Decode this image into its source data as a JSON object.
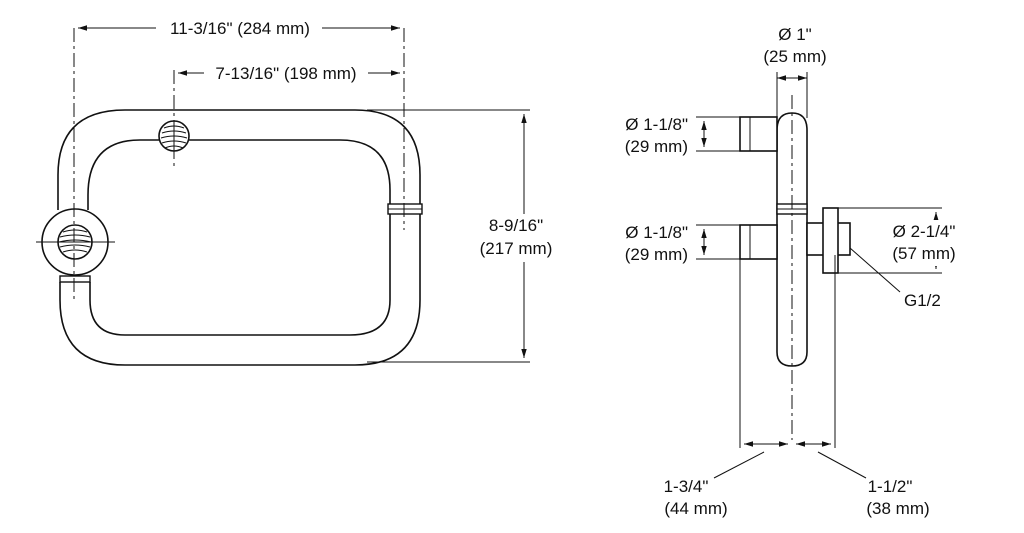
{
  "dimensions": {
    "overall_width": "11-3/16\" (284 mm)",
    "mount_spacing": "7-13/16\" (198 mm)",
    "height_in": "8-9/16\"",
    "height_mm": "(217 mm)",
    "tube_dia_in": "Ø 1\"",
    "tube_dia_mm": "(25 mm)",
    "post_top_dia_in": "Ø 1-1/8\"",
    "post_top_dia_mm": "(29 mm)",
    "post_bottom_dia_in": "Ø 1-1/8\"",
    "post_bottom_dia_mm": "(29 mm)",
    "flange_dia_in": "Ø 2-1/4\"",
    "flange_dia_mm": "(57 mm)",
    "thread": "G1/2",
    "depth_left_in": "1-3/4\"",
    "depth_left_mm": "(44 mm)",
    "depth_right_in": "1-1/2\"",
    "depth_right_mm": "(38 mm)"
  },
  "colors": {
    "line": "#111111",
    "background": "#ffffff"
  }
}
